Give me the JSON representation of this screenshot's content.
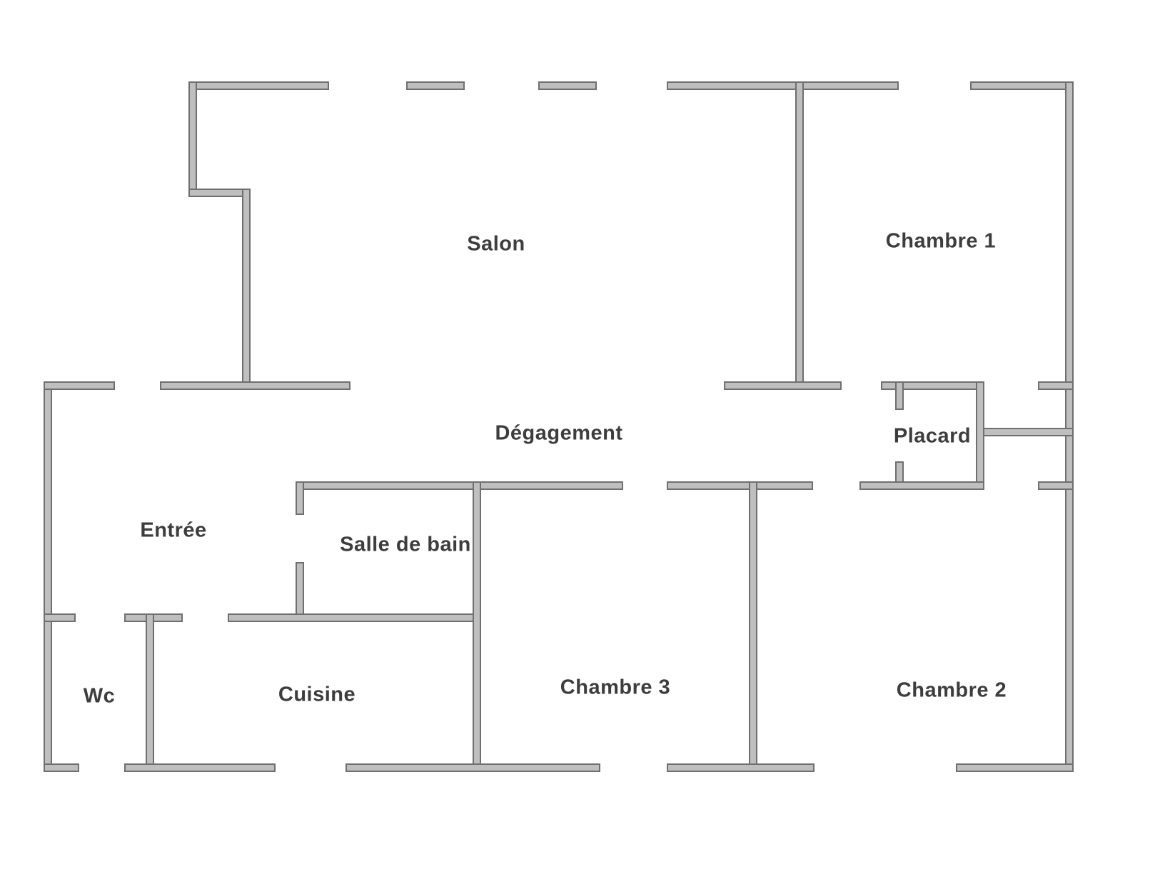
{
  "document": {
    "type": "floor-plan",
    "language": "fr"
  },
  "colors": {
    "wall_fill": "#bfbfbf",
    "wall_stroke": "#6f6f6f",
    "label_color": "#3d3d3d",
    "background": "#ffffff"
  },
  "rooms": [
    {
      "label": "Salon"
    },
    {
      "label": "Chambre 1"
    },
    {
      "label": "Dégagement"
    },
    {
      "label": "Placard"
    },
    {
      "label": "Entrée"
    },
    {
      "label": "Salle de bain"
    },
    {
      "label": "Wc"
    },
    {
      "label": "Cuisine"
    },
    {
      "label": "Chambre 3"
    },
    {
      "label": "Chambre 2"
    }
  ]
}
